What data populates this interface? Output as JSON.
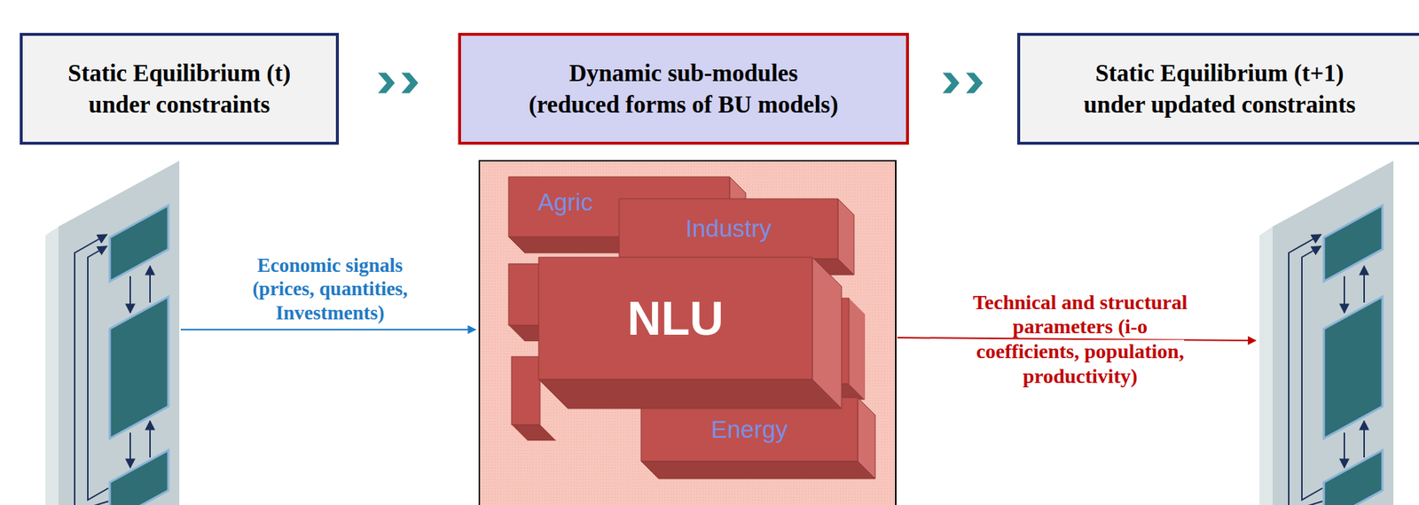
{
  "diagram": {
    "nodes": [
      {
        "text": [
          "Static Equilibrium (t) under constraints"
        ]
      },
      {
        "text": [
          "Dynamic sub-modules (reduced forms of BU models)"
        ]
      },
      {
        "text": [
          "Static Equilibrium (t+1) under updated constraints"
        ]
      },
      {
        "text": [
          "Agric"
        ]
      },
      {
        "text": [
          "Industry"
        ]
      },
      {
        "text": [
          "NLU"
        ]
      },
      {
        "text": [
          "Energy"
        ]
      }
    ],
    "edges": [
      {
        "from": 0,
        "to": 1,
        "arrow": "to"
      },
      {
        "from": 1,
        "to": 2,
        "arrow": "to"
      }
    ],
    "labels": [
      "Economic signals (prices, quantities, Investments)",
      "Technical and structural parameters (i-o coefficients, population, productivity)"
    ]
  }
}
